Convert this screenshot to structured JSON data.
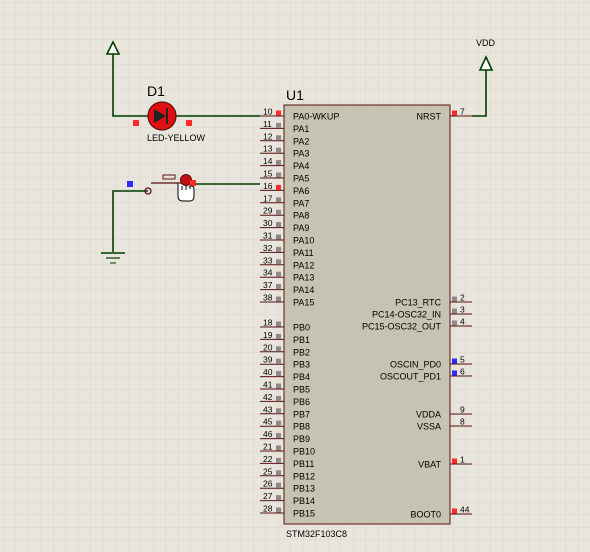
{
  "schematic": {
    "colors": {
      "background": "#e8e6dc",
      "grid_minor": "#d6d4c6",
      "grid_major": "#c6c3b3",
      "chip_fill": "#c6c3b2",
      "chip_stroke": "#5a1010",
      "wire": "#003c00",
      "pin_marker_red": "#ff2b2b",
      "pin_marker_blue": "#2a2aff",
      "pin_marker_gray": "#8a8a8a",
      "led_fill": "#e01010"
    },
    "chip": {
      "ref": "U1",
      "part": "STM32F103C8",
      "left_pins": [
        {
          "num": "10",
          "name": "PA0-WKUP",
          "marker": "red"
        },
        {
          "num": "11",
          "name": "PA1",
          "marker": "gray"
        },
        {
          "num": "12",
          "name": "PA2",
          "marker": "gray"
        },
        {
          "num": "13",
          "name": "PA3",
          "marker": "gray"
        },
        {
          "num": "14",
          "name": "PA4",
          "marker": "gray"
        },
        {
          "num": "15",
          "name": "PA5",
          "marker": "gray"
        },
        {
          "num": "16",
          "name": "PA6",
          "marker": "red"
        },
        {
          "num": "17",
          "name": "PA7",
          "marker": "gray"
        },
        {
          "num": "29",
          "name": "PA8",
          "marker": "gray"
        },
        {
          "num": "30",
          "name": "PA9",
          "marker": "gray"
        },
        {
          "num": "31",
          "name": "PA10",
          "marker": "gray"
        },
        {
          "num": "32",
          "name": "PA11",
          "marker": "gray"
        },
        {
          "num": "33",
          "name": "PA12",
          "marker": "gray"
        },
        {
          "num": "34",
          "name": "PA13",
          "marker": "gray"
        },
        {
          "num": "37",
          "name": "PA14",
          "marker": "gray"
        },
        {
          "num": "38",
          "name": "PA15",
          "marker": "gray"
        },
        {
          "num": "18",
          "name": "PB0",
          "marker": "gray"
        },
        {
          "num": "19",
          "name": "PB1",
          "marker": "gray"
        },
        {
          "num": "20",
          "name": "PB2",
          "marker": "gray"
        },
        {
          "num": "39",
          "name": "PB3",
          "marker": "gray"
        },
        {
          "num": "40",
          "name": "PB4",
          "marker": "gray"
        },
        {
          "num": "41",
          "name": "PB5",
          "marker": "gray"
        },
        {
          "num": "42",
          "name": "PB6",
          "marker": "gray"
        },
        {
          "num": "43",
          "name": "PB7",
          "marker": "gray"
        },
        {
          "num": "45",
          "name": "PB8",
          "marker": "gray"
        },
        {
          "num": "46",
          "name": "PB9",
          "marker": "gray"
        },
        {
          "num": "21",
          "name": "PB10",
          "marker": "gray"
        },
        {
          "num": "22",
          "name": "PB11",
          "marker": "gray"
        },
        {
          "num": "25",
          "name": "PB12",
          "marker": "gray"
        },
        {
          "num": "26",
          "name": "PB13",
          "marker": "gray"
        },
        {
          "num": "27",
          "name": "PB14",
          "marker": "gray"
        },
        {
          "num": "28",
          "name": "PB15",
          "marker": "gray"
        }
      ],
      "right_pins": [
        {
          "num": "7",
          "name": "NRST",
          "marker": "red"
        },
        {
          "num": "2",
          "name": "PC13_RTC",
          "marker": "gray"
        },
        {
          "num": "3",
          "name": "PC14-OSC32_IN",
          "marker": "gray"
        },
        {
          "num": "4",
          "name": "PC15-OSC32_OUT",
          "marker": "gray"
        },
        {
          "num": "5",
          "name": "OSCIN_PD0",
          "marker": "blue"
        },
        {
          "num": "6",
          "name": "OSCOUT_PD1",
          "marker": "blue"
        },
        {
          "num": "9",
          "name": "VDDA",
          "marker": "none"
        },
        {
          "num": "8",
          "name": "VSSA",
          "marker": "none"
        },
        {
          "num": "1",
          "name": "VBAT",
          "marker": "red"
        },
        {
          "num": "44",
          "name": "BOOT0",
          "marker": "red"
        }
      ]
    },
    "led": {
      "ref": "D1",
      "value": "LED-YELLOW"
    },
    "power": {
      "vdd_label": "VDD"
    }
  }
}
